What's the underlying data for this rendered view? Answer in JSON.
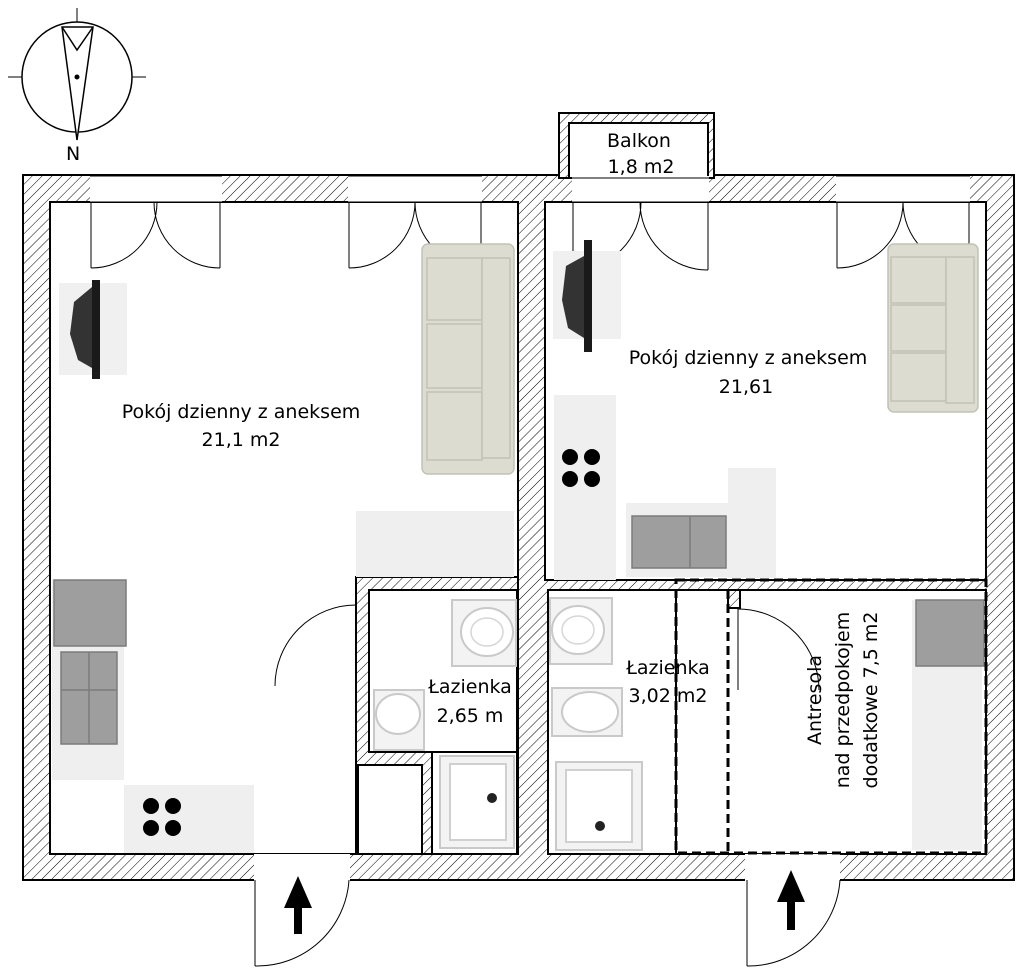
{
  "compass": {
    "north_label": "N"
  },
  "rooms": {
    "balcony": {
      "name": "Balkon",
      "area": "1,8 m2"
    },
    "living_left": {
      "name": "Pokój dzienny z aneksem",
      "area": "21,1 m2"
    },
    "living_right": {
      "name": "Pokój dzienny z aneksem",
      "area": "21,61"
    },
    "bath_left": {
      "name": "Łazienka",
      "area": "2,65 m"
    },
    "bath_right": {
      "name": "Łazienka",
      "area": "3,02 m2"
    },
    "mezzanine": {
      "line1": "Antresola",
      "line2": "nad przedpokojem",
      "line3": "dodatkowe 7,5 m2"
    }
  },
  "icons": [
    "compass-icon",
    "entrance-arrow-icon",
    "door-swing-icon",
    "sofa-icon",
    "tv-icon",
    "cooktop-icon",
    "sink-icon",
    "toilet-icon",
    "shower-icon",
    "fridge-icon"
  ],
  "colors": {
    "wall_outline": "#000000",
    "furniture": "#dcdcd0",
    "appliance": "#9e9e9e",
    "counter": "#efefef"
  }
}
